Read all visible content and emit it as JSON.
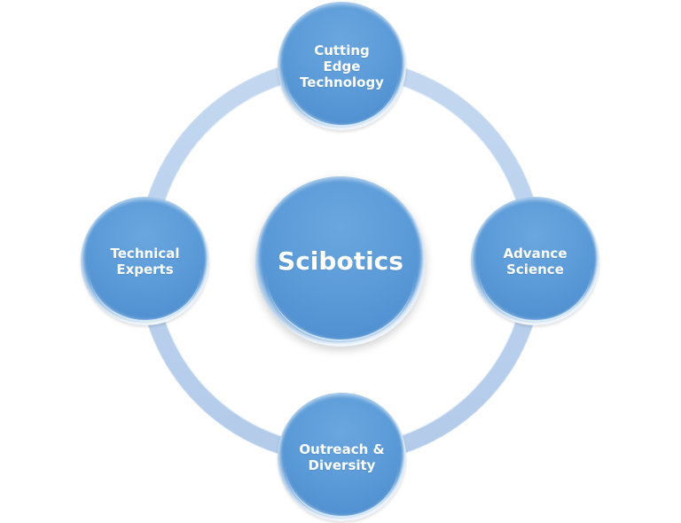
{
  "diagram": {
    "type": "radial-cycle",
    "colors": {
      "node_fill": "#5B9BD8",
      "node_fill_dark": "#4A89CC",
      "ring": "#B9CFEC",
      "text": "#FFFFFF",
      "background": "#FFFFFF"
    },
    "center": {
      "label": "Scibotics"
    },
    "nodes": [
      {
        "position": "top",
        "label": "Cutting\nEdge\nTechnology"
      },
      {
        "position": "right",
        "label": "Advance\nScience"
      },
      {
        "position": "bottom",
        "label": "Outreach &\nDiversity"
      },
      {
        "position": "left",
        "label": "Technical\nExperts"
      }
    ]
  }
}
